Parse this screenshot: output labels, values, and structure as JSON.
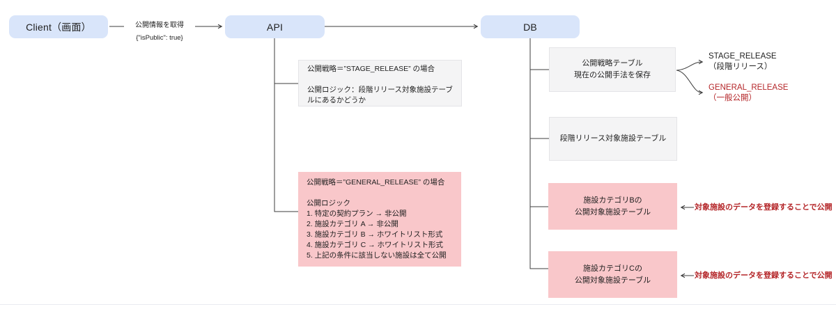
{
  "nodes": {
    "client": {
      "label": "Client（画面）"
    },
    "api": {
      "label": "API"
    },
    "db": {
      "label": "DB"
    }
  },
  "edges": {
    "client_to_api": {
      "label": "公開情報を取得",
      "payload": "{\"isPublic\": true}"
    }
  },
  "api_notes": {
    "stage": {
      "title": "公開戦略＝”STAGE_RELEASE” の場合",
      "body": "公開ロジック：段階リリース対象施設テーブルにあるかどうか"
    },
    "general": {
      "title": "公開戦略＝”GENERAL_RELEASE” の場合",
      "subtitle": "公開ロジック",
      "rules": [
        "1. 特定の契約プラン → 非公開",
        "2. 施設カテゴリ A → 非公開",
        "3. 施設カテゴリ B → ホワイトリスト形式",
        "4. 施設カテゴリ C → ホワイトリスト形式",
        "5. 上記の条件に該当しない施設は全て公開"
      ]
    }
  },
  "db_tables": {
    "strategy": {
      "line1": "公開戦略テーブル",
      "line2": "現在の公開手法を保存"
    },
    "stage_targets": {
      "line1": "段階リリース対象施設テーブル"
    },
    "category_b": {
      "line1": "施設カテゴリBの",
      "line2": "公開対象施設テーブル"
    },
    "category_c": {
      "line1": "施設カテゴリCの",
      "line2": "公開対象施設テーブル"
    }
  },
  "strategy_values": {
    "stage": {
      "code": "STAGE_RELEASE",
      "name": "（段階リリース）"
    },
    "general": {
      "code": "GENERAL_RELEASE",
      "name": "（一般公開）"
    }
  },
  "annotations": {
    "category_b": "対象施設のデータを登録することで公開",
    "category_c": "対象施設のデータを登録することで公開"
  },
  "colors": {
    "node_fill": "#d9e5fa",
    "table_fill": "#f4f4f5",
    "table_border": "#e4e4e7",
    "pink_fill": "#f9c7ca",
    "line": "#3d3d3d",
    "red": "#b42528",
    "text": "#1f1f1f"
  }
}
